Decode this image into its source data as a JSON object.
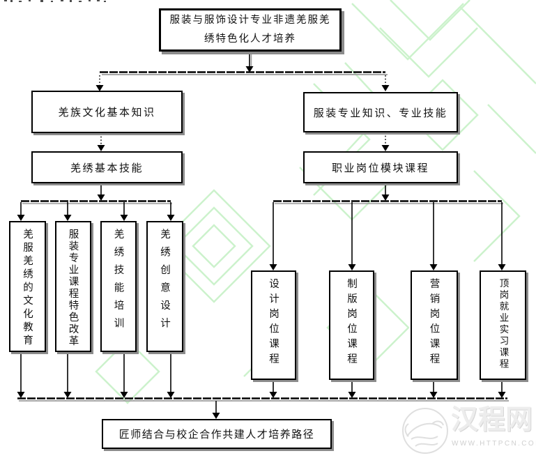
{
  "diagram": {
    "top_box": {
      "lines": [
        "服装与服饰设计专业非遗羌服羌",
        "绣特色化人才培养"
      ]
    },
    "left_branch": {
      "knowledge_box": "羌族文化基本知识",
      "skill_box": "羌绣基本技能",
      "columns": [
        "羌服羌绣的文化教育",
        "服装专业课程特色改革",
        "羌绣技能培训",
        "羌绣创意设计"
      ]
    },
    "right_branch": {
      "knowledge_box": "服装专业知识、专业技能",
      "module_box": "职业岗位模块课程",
      "columns": [
        "设计岗位课程",
        "制版岗位课程",
        "营销岗位课程",
        "顶岗就业实习课程"
      ]
    },
    "bottom_box": "匠师结合与校企合作共建人才培养路径"
  },
  "watermark": {
    "site_name": "汉程网",
    "site_url": "WWW.HTTPCN.COM"
  },
  "colors": {
    "line": "#000000",
    "box_shadow": "#8c8c8c",
    "bus_shadow": "#9a9a9a",
    "pattern_green": "#ccf2cc",
    "watermark_gray": "#ededed"
  }
}
